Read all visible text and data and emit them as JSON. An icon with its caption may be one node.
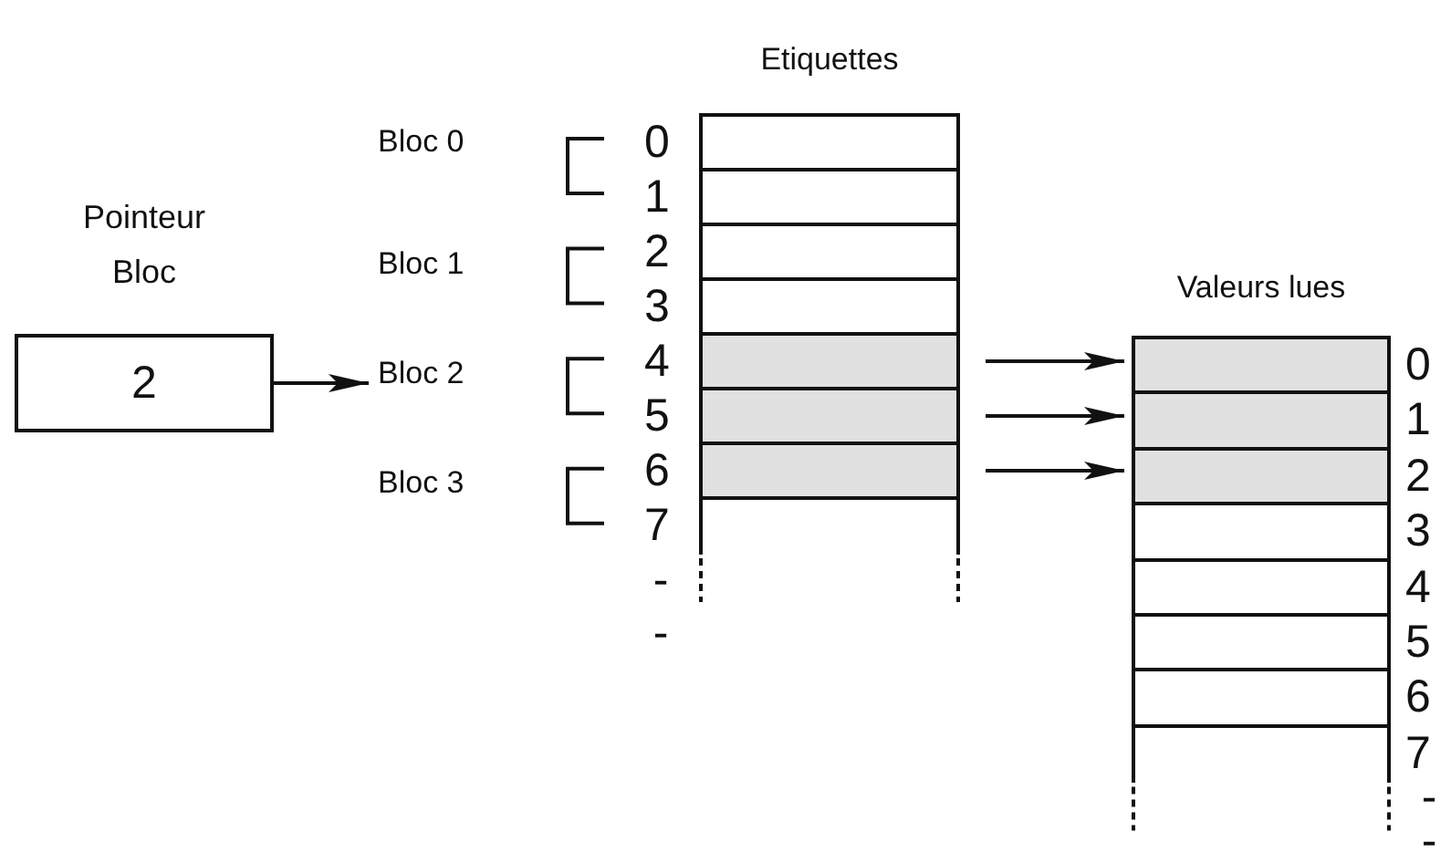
{
  "diagram": {
    "nodes": [
      {
        "text": [
          "Pointeur Bloc",
          "2"
        ]
      },
      {
        "text": [
          "Bloc 0"
        ]
      },
      {
        "text": [
          "Bloc 1"
        ]
      },
      {
        "text": [
          "Bloc 2"
        ]
      },
      {
        "text": [
          "Bloc 3"
        ]
      },
      {
        "text": [
          "Etiquettes"
        ]
      },
      {
        "text": [],
        "shape": "box",
        "in": 5,
        "beside": [
          "0"
        ]
      },
      {
        "text": [],
        "shape": "box",
        "in": 5,
        "beside": [
          "1"
        ]
      },
      {
        "text": [],
        "shape": "box",
        "in": 5,
        "beside": [
          "2"
        ]
      },
      {
        "text": [],
        "shape": "box",
        "in": 5,
        "beside": [
          "3"
        ]
      },
      {
        "text": [],
        "shape": "box",
        "in": 5,
        "beside": [
          "4"
        ]
      },
      {
        "text": [],
        "shape": "box",
        "in": 5,
        "beside": [
          "5"
        ]
      },
      {
        "text": [],
        "shape": "box",
        "in": 5,
        "beside": [
          "6"
        ]
      },
      {
        "text": [],
        "shape": "box",
        "in": 5,
        "beside": [
          "7"
        ]
      },
      {
        "text": [
          "Valeurs lues"
        ]
      },
      {
        "text": [],
        "shape": "box",
        "in": 14,
        "beside": [
          "0"
        ]
      },
      {
        "text": [],
        "shape": "box",
        "in": 14,
        "beside": [
          "1"
        ]
      },
      {
        "text": [],
        "shape": "box",
        "in": 14,
        "beside": [
          "2"
        ]
      },
      {
        "text": [],
        "shape": "box",
        "in": 14,
        "beside": [
          "3"
        ]
      },
      {
        "text": [],
        "shape": "box",
        "in": 14,
        "beside": [
          "4"
        ]
      },
      {
        "text": [],
        "shape": "box",
        "in": 14,
        "beside": [
          "5"
        ]
      },
      {
        "text": [],
        "shape": "box",
        "in": 14,
        "beside": [
          "6"
        ]
      },
      {
        "text": [],
        "shape": "box",
        "in": 14,
        "beside": [
          "7"
        ]
      }
    ],
    "edges": [
      {
        "from": 0,
        "to": 3,
        "arrow": "to"
      },
      {
        "from": 10,
        "to": 15,
        "arrow": "to"
      },
      {
        "from": 11,
        "to": 16,
        "arrow": "to"
      },
      {
        "from": 12,
        "to": 17,
        "arrow": "to"
      }
    ],
    "labels": [
      "-",
      "-",
      "-",
      "-"
    ]
  }
}
